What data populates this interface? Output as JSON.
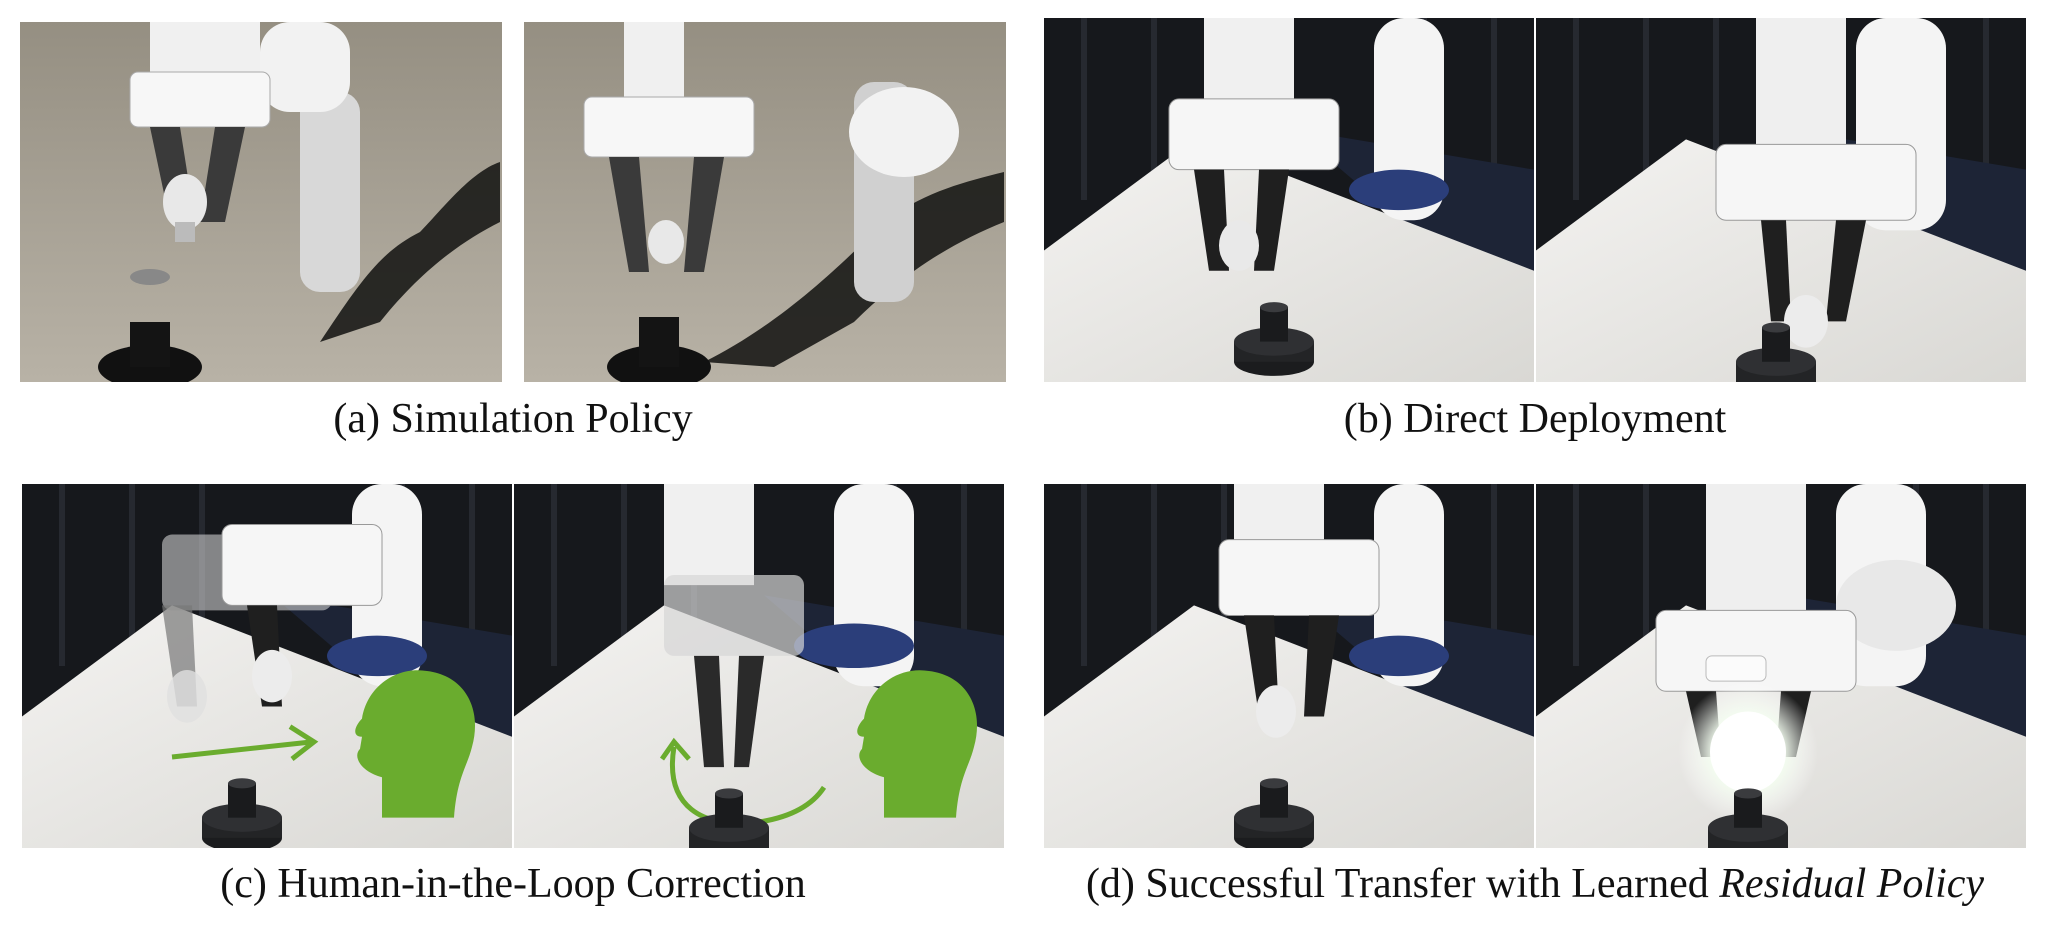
{
  "captions": {
    "a": "(a) Simulation Policy",
    "b": "(b) Direct Deployment",
    "c": "(c) Human-in-the-Loop Correction",
    "d_prefix": "(d) Successful Transfer with Learned ",
    "d_italic": "Residual Policy"
  },
  "colors": {
    "sim_floor": "#aaa397",
    "real_table": "#ecebe8",
    "curtain": "#16181c",
    "correction_green": "#6aac2e"
  },
  "icons": [
    "robot-arm-icon",
    "gripper-icon",
    "light-bulb-icon",
    "lamp-socket-icon",
    "human-head-icon",
    "arrow-right-icon",
    "rotate-arrow-icon"
  ]
}
